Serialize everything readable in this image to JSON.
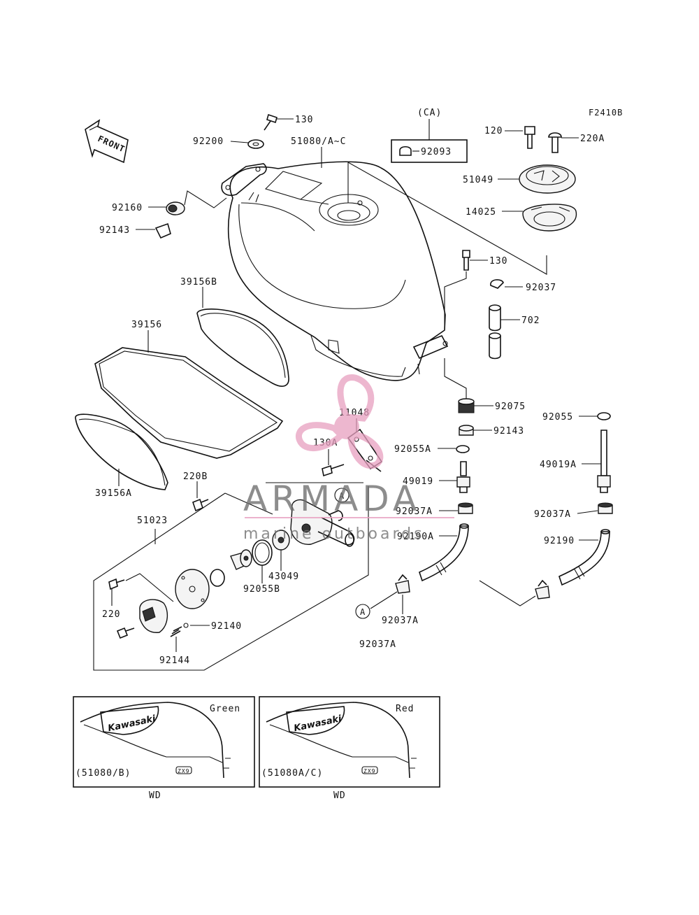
{
  "figure_code": "F2410B",
  "front_label": "FRONT",
  "ca_label": "(CA)",
  "ref_marker": "A",
  "parts": {
    "p130_top": "130",
    "p92200": "92200",
    "p51080": "51080/A~C",
    "p92093": "92093",
    "p120": "120",
    "p220A": "220A",
    "p51049": "51049",
    "p14025": "14025",
    "p92160": "92160",
    "p92143_left": "92143",
    "p130_right": "130",
    "p92037": "92037",
    "p39156B": "39156B",
    "p702": "702",
    "p39156": "39156",
    "p92075": "92075",
    "p92055": "92055",
    "p11048": "11048",
    "p92143_right": "92143",
    "p130A": "130A",
    "p92055A": "92055A",
    "p49019A": "49019A",
    "p49019": "49019",
    "p39156A": "39156A",
    "p220B": "220B",
    "p92037A_mid": "92037A",
    "p92037A_right": "92037A",
    "p51023": "51023",
    "p92190A": "92190A",
    "p92190": "92190",
    "p43049": "43049",
    "p92055B": "92055B",
    "p220": "220",
    "p92037A_a": "92037A",
    "p92140": "92140",
    "p92037A_b": "92037A",
    "p92144": "92144"
  },
  "insets": [
    {
      "color": "Green",
      "code": "(51080/B)",
      "caption": "WD",
      "brand": "Kawasaki",
      "model": "ZX9"
    },
    {
      "color": "Red",
      "code": "(51080A/C)",
      "caption": "WD",
      "brand": "Kawasaki",
      "model": "ZX9"
    }
  ],
  "watermark": {
    "title": "ARMADA",
    "subtitle": "marine outboards",
    "colors": {
      "accent": "#e8a0c0",
      "gray": "#6e6e6e"
    },
    "icon": "propeller-icon"
  }
}
